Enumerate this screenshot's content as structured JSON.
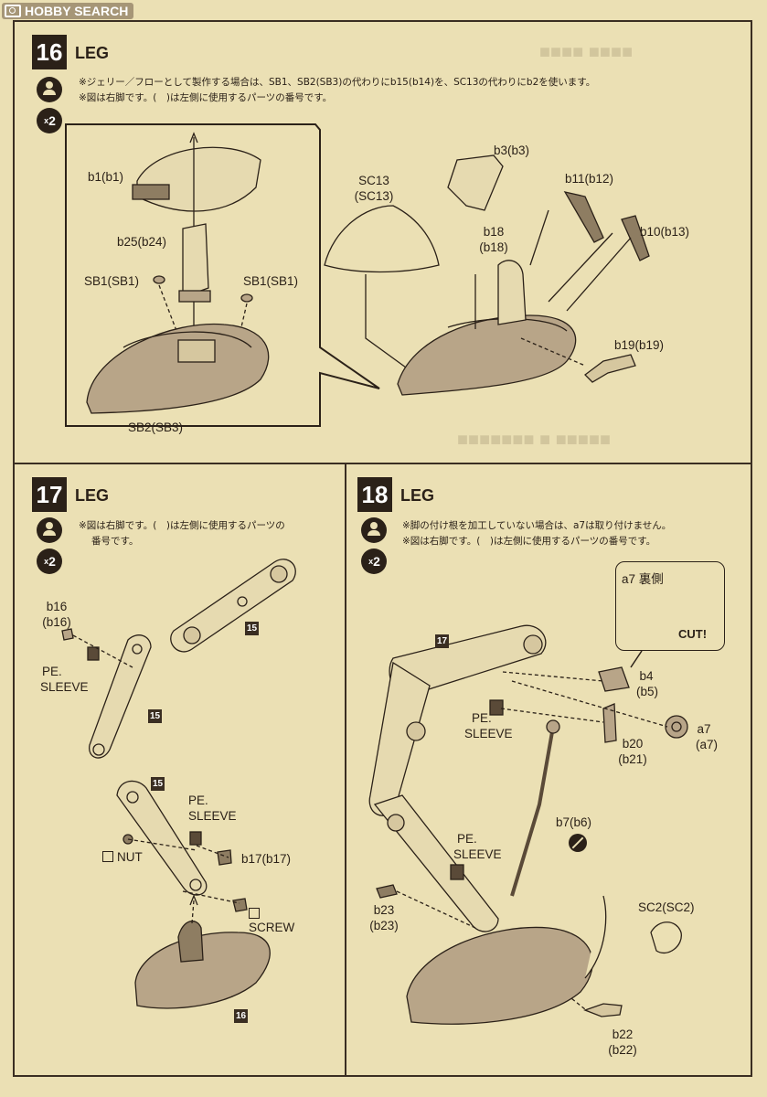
{
  "watermark": {
    "text": "HOBBY SEARCH"
  },
  "steps": [
    {
      "number": "16",
      "title": "LEG",
      "multiplier": "x2",
      "notes": [
        "※ジェリー／フローとして製作する場合は、SB1、SB2(SB3)の代わりにb15(b14)を、SC13の代わりにb2を使います。",
        "※図は右脚です。(　)は左側に使用するパーツの番号です。"
      ],
      "labels": {
        "b1": "b1(b1)",
        "b25": "b25(b24)",
        "sb1_left": "SB1(SB1)",
        "sb1_right": "SB1(SB1)",
        "sb2": "SB2(SB3)",
        "sc13_a": "SC13",
        "sc13_b": "(SC13)",
        "b3": "b3(b3)",
        "b18_a": "b18",
        "b18_b": "(b18)",
        "b11": "b11(b12)",
        "b10": "b10(b13)",
        "b19": "b19(b19)"
      }
    },
    {
      "number": "17",
      "title": "LEG",
      "multiplier": "x2",
      "notes": [
        "※図は右脚です。(　)は左側に使用するパーツの",
        "番号です。"
      ],
      "labels": {
        "b16_a": "b16",
        "b16_b": "(b16)",
        "pe_sleeve_1_a": "PE.",
        "pe_sleeve_1_b": "SLEEVE",
        "pe_sleeve_2_a": "PE.",
        "pe_sleeve_2_b": "SLEEVE",
        "nut": "NUT",
        "b17": "b17(b17)",
        "screw": "SCREW",
        "tag_15": "15",
        "tag_16": "16"
      }
    },
    {
      "number": "18",
      "title": "LEG",
      "multiplier": "x2",
      "notes": [
        "※脚の付け根を加工していない場合は、a7は取り付けません。",
        "※図は右脚です。(　)は左側に使用するパーツの番号です。"
      ],
      "labels": {
        "callout_title": "a7 裏側",
        "cut": "CUT!",
        "tag_17": "17",
        "b4_a": "b4",
        "b4_b": "(b5)",
        "a7_a": "a7",
        "a7_b": "(a7)",
        "pe_sleeve_1_a": "PE.",
        "pe_sleeve_1_b": "SLEEVE",
        "b20_a": "b20",
        "b20_b": "(b21)",
        "b7": "b7(b6)",
        "pe_sleeve_2_a": "PE.",
        "pe_sleeve_2_b": "SLEEVE",
        "sc2": "SC2(SC2)",
        "b23_a": "b23",
        "b23_b": "(b23)",
        "b22_a": "b22",
        "b22_b": "(b22)"
      }
    }
  ],
  "colors": {
    "paper": "#ebe0b4",
    "ink": "#2b2118",
    "fill": "#b8a588"
  }
}
